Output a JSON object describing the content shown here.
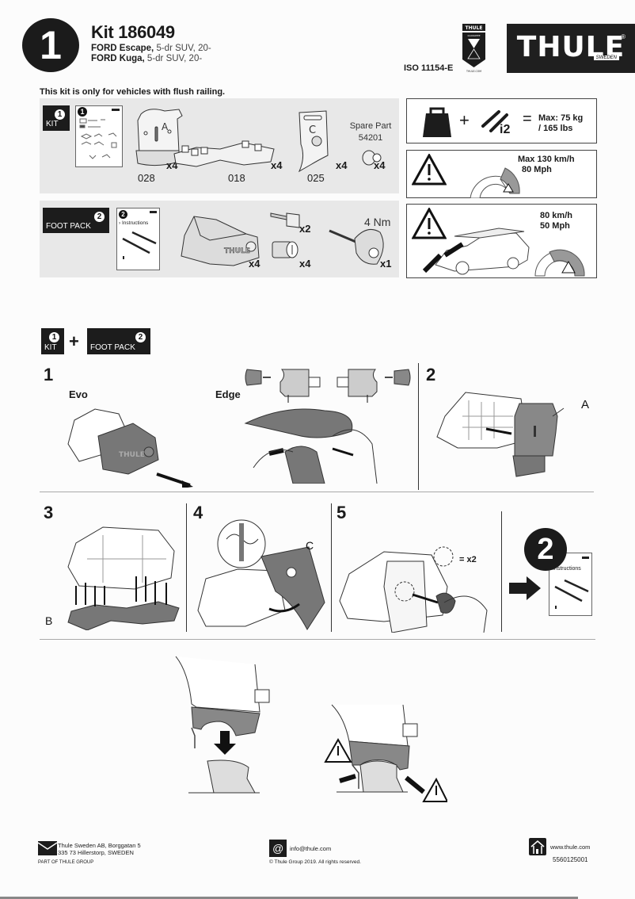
{
  "header": {
    "step_number": "1",
    "kit_title": "Kit 186049",
    "vehicles": [
      {
        "make_model": "FORD Escape,",
        "spec": " 5-dr SUV, 20-"
      },
      {
        "make_model": "FORD Kuga,",
        "spec": " 5-dr SUV, 20-"
      }
    ],
    "iso": "ISO 11154-E",
    "guarantee_badge": {
      "brand": "THULE",
      "label": "GUARANTEE",
      "url": "THULE.COM"
    },
    "logo": {
      "brand": "THULE",
      "sub": "SWEDEN",
      "registered": "®"
    }
  },
  "note": "This kit is only for vehicles with flush railing.",
  "kit_panel": {
    "box": {
      "number": "1",
      "label": "KIT"
    },
    "manual_number": "1",
    "parts": [
      {
        "code": "028",
        "qty": "x4",
        "callout": "A"
      },
      {
        "code": "018",
        "qty": "x4"
      },
      {
        "code": "025",
        "qty": "x4",
        "callout": "C"
      },
      {
        "code": "54201",
        "qty": "x4",
        "label": "Spare Part"
      }
    ]
  },
  "foot_panel": {
    "box": {
      "number": "2",
      "label": "FOOT PACK"
    },
    "manual": {
      "number": "2",
      "label": "› Instructions"
    },
    "parts": [
      {
        "name": "foot",
        "qty": "x4"
      },
      {
        "name": "key",
        "qty": "x2"
      },
      {
        "name": "lock-cylinder",
        "qty": "x4"
      },
      {
        "name": "torque-tool",
        "qty": "x1",
        "torque": "4 Nm"
      }
    ]
  },
  "info_boxes": {
    "load": {
      "operator_plus": "+",
      "operator_eq": "=",
      "bars": "i2",
      "text_line1": "Max: 75 kg",
      "text_line2": "/ 165 lbs"
    },
    "speed_max": {
      "text_line1": "Max  130 km/h",
      "text_line2": "80 Mph"
    },
    "speed_load": {
      "text_line1": "80 km/h",
      "text_line2": "50 Mph"
    }
  },
  "combo": {
    "kit": {
      "number": "1",
      "label": "KIT"
    },
    "plus": "+",
    "foot": {
      "number": "2",
      "label": "FOOT PACK"
    }
  },
  "steps": [
    {
      "number": "1",
      "variants": [
        "Evo",
        "Edge"
      ]
    },
    {
      "number": "2",
      "callout": "A"
    },
    {
      "number": "3",
      "callout": "B"
    },
    {
      "number": "4",
      "callout": "C"
    },
    {
      "number": "5",
      "repeat": "= x2"
    },
    {
      "number": "2",
      "manual_label": "Instructions"
    }
  ],
  "footer": {
    "address_line1": "Thule Sweden AB, Borggatan 5",
    "address_line2": "335 73 Hillerstorp, SWEDEN",
    "group": "PART OF THULE GROUP",
    "email": "info@thule.com",
    "copyright": "© Thule Group 2019. All rights reserved.",
    "website": "www.thule.com",
    "doc_number": "5560125001"
  }
}
